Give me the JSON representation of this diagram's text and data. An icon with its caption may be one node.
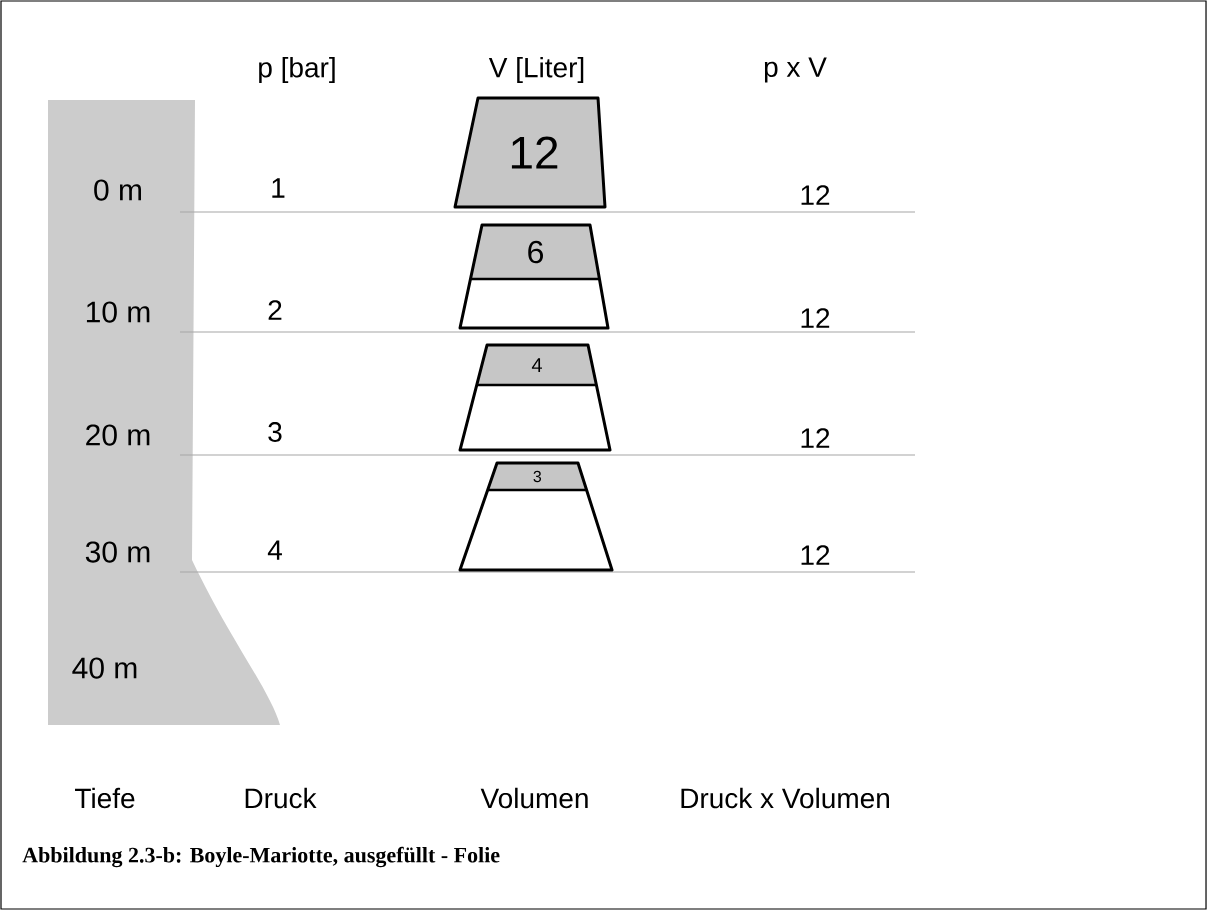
{
  "diagram": {
    "caption": "Abbildung 2.3-b: Boyle-Mariotte, ausgefüllt - Folie",
    "nodes": [
      {
        "text": [
          "12"
        ]
      },
      {
        "text": [
          "6"
        ]
      },
      {
        "text": [
          "4"
        ]
      },
      {
        "text": [
          "3"
        ]
      }
    ],
    "labels": [
      "p [bar]",
      "V [Liter]",
      "p x V",
      "0 m",
      "1",
      "12",
      "10 m",
      "2",
      "12",
      "20 m",
      "3",
      "12",
      "30 m",
      "4",
      "12",
      "40 m",
      "Tiefe",
      "Druck",
      "Volumen",
      "Druck x Volumen"
    ]
  }
}
